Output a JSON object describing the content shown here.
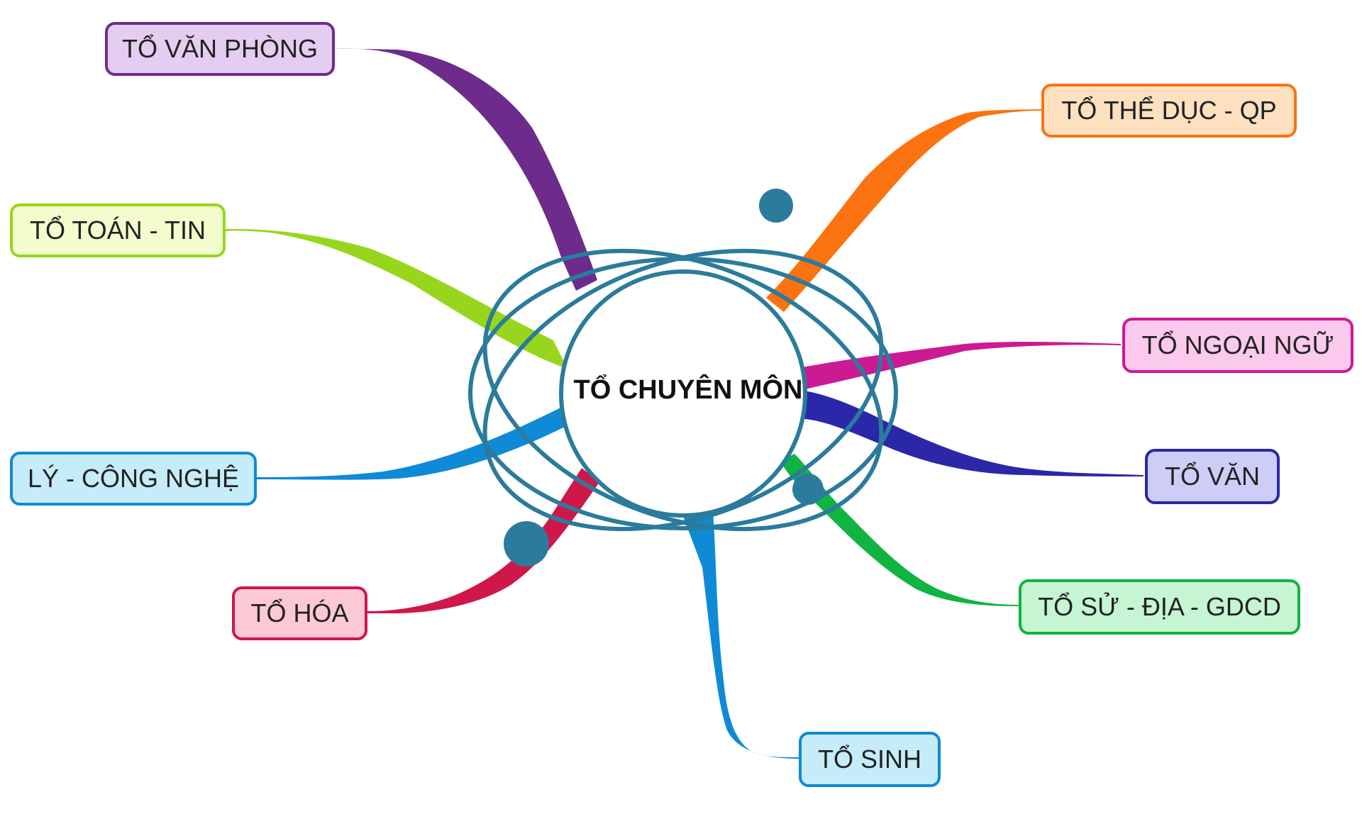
{
  "central_topic": "TỔ CHUYÊN MÔN",
  "colors": {
    "orbit": "#2b7b9c",
    "center_fill": "#ffffff"
  },
  "branches": [
    {
      "id": "van-phong",
      "label": "TỔ VĂN PHÒNG",
      "color": "#6d2c8c",
      "fill": "#e4cdf0"
    },
    {
      "id": "toan-tin",
      "label": "TỔ TOÁN - TIN",
      "color": "#97d61d",
      "fill": "#f2fccc"
    },
    {
      "id": "ly-cong-nghe",
      "label": "LÝ - CÔNG NGHỆ",
      "color": "#0f8ad6",
      "fill": "#c6ecfa"
    },
    {
      "id": "hoa",
      "label": "TỔ HÓA",
      "color": "#d0174a",
      "fill": "#fbc8d6"
    },
    {
      "id": "sinh",
      "label": "TỔ SINH",
      "color": "#0f8ad6",
      "fill": "#c6ecfa"
    },
    {
      "id": "su-dia-gdcd",
      "label": "TỔ SỬ - ĐỊA - GDCD",
      "color": "#10b440",
      "fill": "#c5f5d3"
    },
    {
      "id": "van",
      "label": "TỔ VĂN",
      "color": "#2a27a8",
      "fill": "#cdcdf8"
    },
    {
      "id": "ngoai-ngu",
      "label": "TỔ NGOẠI NGỮ",
      "color": "#cc1a93",
      "fill": "#fbc9ec"
    },
    {
      "id": "the-duc-qp",
      "label": "TỔ THỂ DỤC - QP",
      "color": "#fb7311",
      "fill": "#fde0c0"
    }
  ]
}
